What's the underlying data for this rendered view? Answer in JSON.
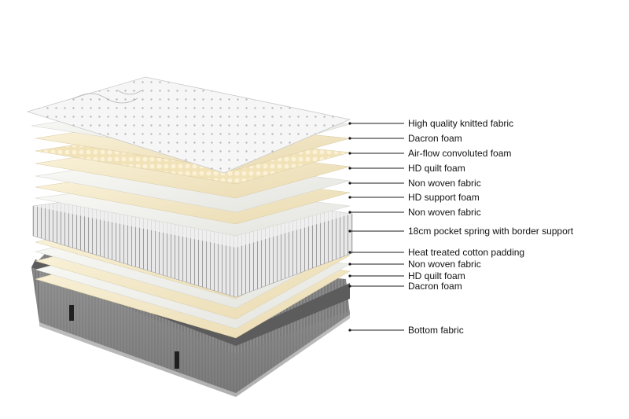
{
  "labels": [
    "High quality knitted fabric",
    "Dacron foam",
    "Air-flow convoluted foam",
    "HD quilt foam",
    "Non woven fabric",
    "HD support foam",
    "Non woven fabric",
    "18cm pocket spring with border support",
    "Heat treated cotton padding",
    "Non woven fabric",
    "HD quilt foam",
    "Dacron foam",
    "Bottom fabric"
  ],
  "colors": {
    "leader_line": "#1a1a1a",
    "label_text": "#111111",
    "cream_layer": "#f3e8c8",
    "light_layer": "#efefec",
    "base_fabric": "#8c8c8c",
    "spring_unit": "#d9d9d9"
  }
}
